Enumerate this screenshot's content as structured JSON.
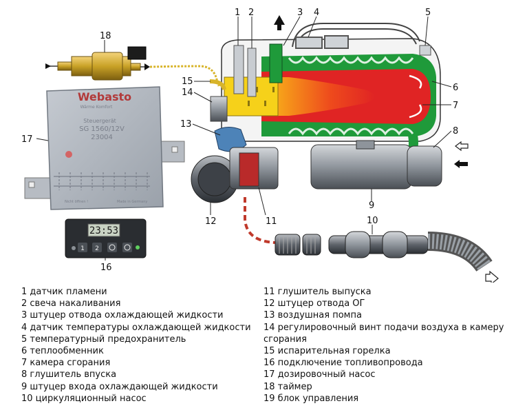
{
  "callouts": [
    "1",
    "2",
    "3",
    "4",
    "5",
    "6",
    "7",
    "8",
    "9",
    "10",
    "11",
    "12",
    "13",
    "14",
    "15",
    "16",
    "17",
    "18"
  ],
  "control_unit": {
    "brand": "Webasto",
    "subtitle": "Wärme Komfort",
    "line1": "Steuergerät",
    "line2": "SG 1560/12V",
    "line3": "23004",
    "footer_left": "Nicht öffnen !",
    "footer_right": "Made in Germany"
  },
  "timer": {
    "display": "23:53",
    "buttons": [
      "1",
      "2"
    ]
  },
  "legend_left": [
    "1 датчик пламени",
    "2 свеча накаливания",
    "3 штуцер отвода охлаждающей жидкости",
    "4 датчик температуры охлаждающей жидкости",
    "5 температурный предохранитель",
    "6 теплообменник",
    "7 камера сгорания",
    "8 глушитель впуска",
    "9 штуцер входа охлаждающей жидкости",
    "10 циркуляционный насос"
  ],
  "legend_right": [
    "11 глушитель выпуска",
    "12 штуцер отвода ОГ",
    "13 воздушная помпа",
    "14 регулировочный винт подачи воздуха в камеру сгорания",
    "15 испарительная горелка",
    "16 подключение топливопровода",
    "17 дозировочный насос",
    "18 таймер",
    "19 блок управления"
  ],
  "colors": {
    "coolant_green": "#1f9a3a",
    "combustion_red": "#e02424",
    "flame_yellow": "#f6d11a",
    "metal_gray": "#9aa0a6",
    "brass": "#c9a227",
    "control_unit_gray": "#aeb4bd"
  },
  "icons": [
    "arrow-up-icon",
    "arrow-left-icon",
    "outlined-arrow-left-icon",
    "outlined-arrow-right-icon",
    "arrow-right-icon"
  ]
}
